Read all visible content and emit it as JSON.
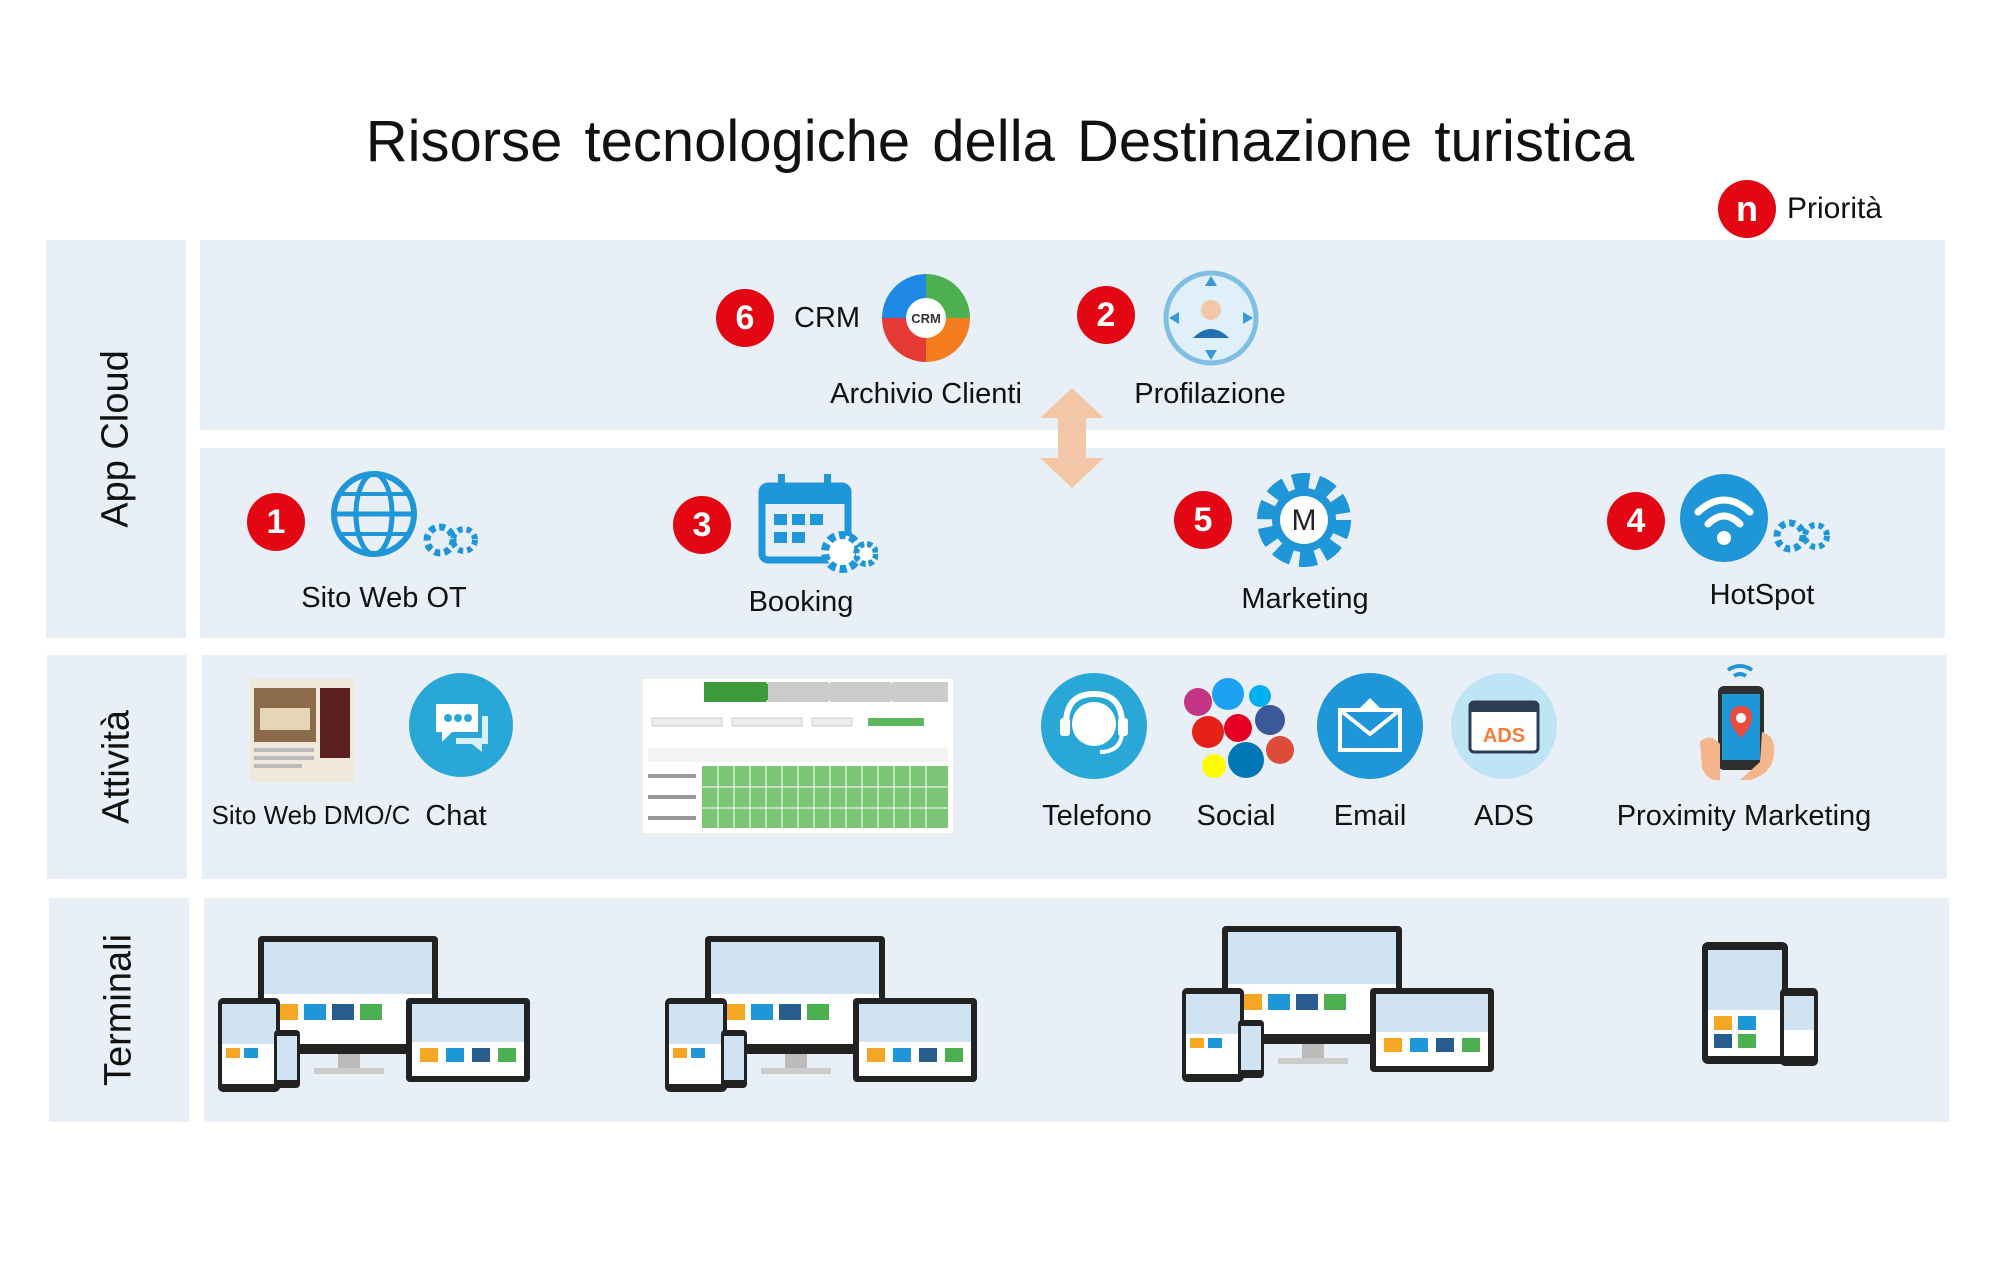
{
  "title": "Risorse tecnologiche della Destinazione turistica",
  "legend": {
    "symbol": "n",
    "label": "Priorità"
  },
  "rows": {
    "app_cloud": "App Cloud",
    "attivita": "Attività",
    "terminali": "Terminali"
  },
  "app_cloud": {
    "crm": {
      "priority": "6",
      "prefix": "CRM",
      "icon_text": "CRM",
      "label": "Archivio Clienti"
    },
    "profilazione": {
      "priority": "2",
      "label": "Profilazione"
    },
    "sito_web": {
      "priority": "1",
      "label": "Sito Web OT"
    },
    "booking": {
      "priority": "3",
      "label": "Booking"
    },
    "marketing": {
      "priority": "5",
      "icon_text": "M",
      "label": "Marketing"
    },
    "hotspot": {
      "priority": "4",
      "label": "HotSpot"
    }
  },
  "attivita": {
    "sito_web_dmo": "Sito Web DMO/C",
    "chat": "Chat",
    "telefono": "Telefono",
    "social": "Social",
    "email": "Email",
    "ads": {
      "label": "ADS",
      "icon_text": "ADS"
    },
    "proximity": "Proximity Marketing"
  },
  "colors": {
    "band": "#e9eff6",
    "priority_red": "#e30613",
    "accent_blue": "#1f96d8",
    "arrow": "#f4c6a8"
  }
}
